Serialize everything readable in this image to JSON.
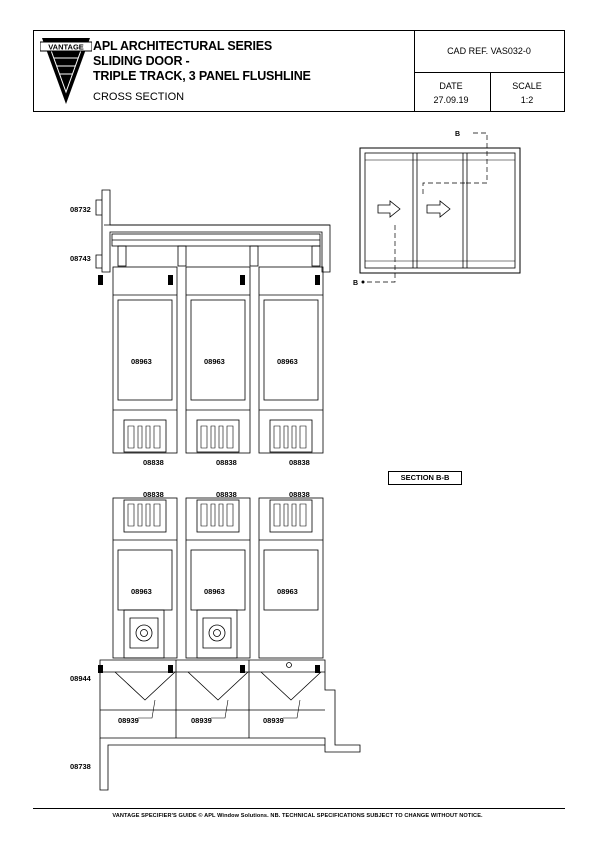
{
  "title_block": {
    "logo_text": "VANTAGE",
    "title_lines": [
      "APL ARCHITECTURAL SERIES",
      "SLIDING DOOR -",
      "TRIPLE TRACK, 3 PANEL FLUSHLINE"
    ],
    "subtitle": "CROSS SECTION",
    "cad_ref": "CAD REF. VAS032-0",
    "date_label": "DATE",
    "date_value": "27.09.19",
    "scale_label": "SCALE",
    "scale_value": "1:2"
  },
  "elevation": {
    "section_marker_top": "B",
    "section_marker_bottom": "B"
  },
  "section_label": "SECTION B-B",
  "part_codes": {
    "head_outer": "08732",
    "head_inner": "08743",
    "sill_adaptor": "08944",
    "sill_base": "08738",
    "stile_top": [
      "08963",
      "08963",
      "08963"
    ],
    "stile_bottom": [
      "08963",
      "08963",
      "08963"
    ],
    "interlock_top": [
      "08838",
      "08838",
      "08838"
    ],
    "interlock_bottom": [
      "08838",
      "08838",
      "08838"
    ],
    "sill_track": [
      "08939",
      "08939",
      "08939"
    ]
  },
  "footer": "VANTAGE SPECIFIER'S GUIDE  © APL Window Solutions. NB. TECHNICAL SPECIFICATIONS SUBJECT TO CHANGE WITHOUT NOTICE."
}
